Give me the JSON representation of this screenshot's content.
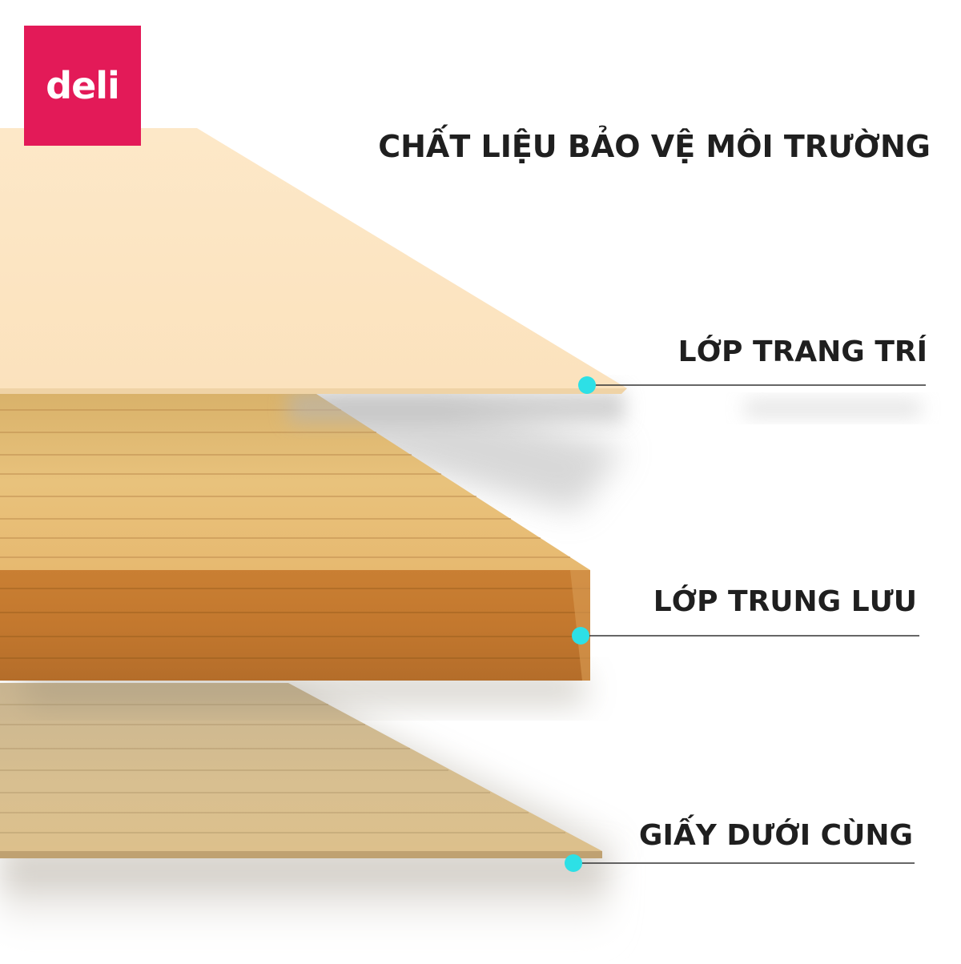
{
  "brand": {
    "logo_text": "deli",
    "color": "#e31a58"
  },
  "title": "CHẤT LIỆU BẢO VỆ MÔI TRƯỜNG",
  "layers": [
    {
      "label": "LỚP TRANG TRÍ",
      "color": "#fde6c4"
    },
    {
      "label": "LỚP TRUNG LƯU",
      "color": "#c98a3e"
    },
    {
      "label": "GIẤY DƯỚI CÙNG",
      "color": "#d8bc8c"
    }
  ],
  "colors": {
    "text": "#1f1f1f",
    "marker": "#2de0e6",
    "leader_line": "#333333",
    "background": "#ffffff"
  }
}
